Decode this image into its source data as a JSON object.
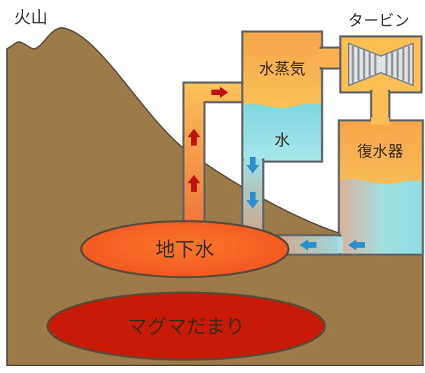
{
  "labels": {
    "volcano": "火山",
    "turbine": "タービン",
    "steam": "水蒸気",
    "water": "水",
    "condenser": "復水器",
    "groundwater": "地下水",
    "magma": "マグマだまり"
  },
  "colors": {
    "ground": "#9c7a4a",
    "ground_outline": "#5a4a3a",
    "pipe_outline": "#5f6368",
    "steam_fill": "#fbb84a",
    "water_fill": "#8fdde3",
    "hot_pipe": "#f07a3c",
    "groundwater_fill": "#f36a2a",
    "magma_fill": "#c81a06",
    "arrow_hot": "#c0110f",
    "arrow_cold": "#2a8fd0",
    "turbine_blade": "#9aa0a6"
  },
  "arrows": {
    "hot": [
      "up",
      "up",
      "right"
    ],
    "cold": [
      "down",
      "down",
      "left",
      "left"
    ]
  }
}
